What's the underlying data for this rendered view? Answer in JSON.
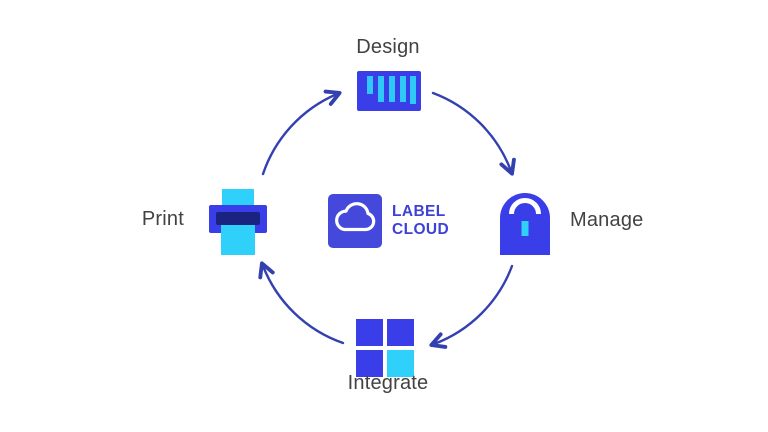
{
  "diagram": {
    "type": "circular-process-cycle",
    "flow_direction": "clockwise",
    "center_logo": {
      "icon": "cloud-icon",
      "line1": "LABEL",
      "line2": "CLOUD"
    },
    "nodes": {
      "design": {
        "label": "Design",
        "icon": "barcode-icon",
        "position": "top"
      },
      "manage": {
        "label": "Manage",
        "icon": "lock-icon",
        "position": "right"
      },
      "integrate": {
        "label": "Integrate",
        "icon": "grid-squares-icon",
        "position": "bottom"
      },
      "print": {
        "label": "Print",
        "icon": "printer-icon",
        "position": "left"
      }
    },
    "arrows": [
      {
        "from": "print",
        "to": "design"
      },
      {
        "from": "design",
        "to": "manage"
      },
      {
        "from": "manage",
        "to": "integrate"
      },
      {
        "from": "integrate",
        "to": "print"
      }
    ],
    "colors": {
      "icon_blue": "#3a3ee8",
      "logo_square_blue": "#4549db",
      "accent_cyan": "#2fd0fa",
      "printer_slot_navy": "#1b2380",
      "arrow_blue": "#3340b0",
      "label_gray": "#424242",
      "logo_text_blue": "#3e41d6",
      "background": "#ffffff"
    }
  }
}
